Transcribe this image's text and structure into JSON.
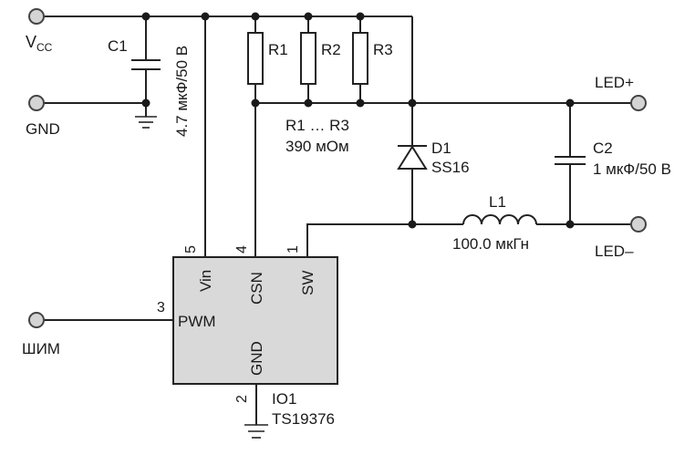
{
  "colors": {
    "wire": "#222222",
    "ic_fill": "#d9d9d9",
    "terminal_fill": "#d4d4d4",
    "text": "#1a1a1a"
  },
  "terminals": {
    "vcc_main": "V",
    "vcc_sub": "CC",
    "gnd": "GND",
    "pwm_in": "ШИМ",
    "led_plus": "LED+",
    "led_minus": "LED–"
  },
  "c1": {
    "ref": "C1",
    "value": "4.7 мкФ/50 В"
  },
  "resistors": {
    "r1": "R1",
    "r2": "R2",
    "r3": "R3",
    "group_label": "R1 … R3",
    "group_value": "390 мОм"
  },
  "d1": {
    "ref": "D1",
    "part": "SS16"
  },
  "c2": {
    "ref": "C2",
    "value": "1 мкФ/50 В"
  },
  "l1": {
    "ref": "L1",
    "value": "100.0 мкГн"
  },
  "ic": {
    "ref": "IO1",
    "part": "TS19376",
    "pins": {
      "vin": "Vin",
      "csn": "CSN",
      "sw": "SW",
      "pwm": "PWM",
      "gnd": "GND"
    },
    "pin_numbers": {
      "vin": "5",
      "csn": "4",
      "sw": "1",
      "pwm": "3",
      "gnd": "2"
    }
  }
}
